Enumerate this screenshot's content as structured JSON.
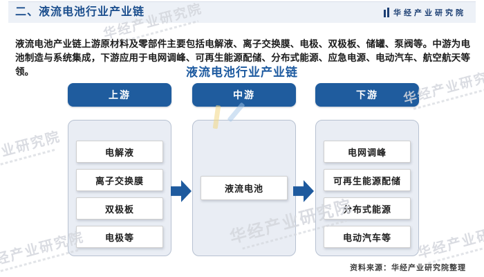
{
  "header": {
    "title": "二、液流电池行业产业链",
    "brand": "华经产业研究院"
  },
  "intro_text": "液流电池产业链上游原材料及零部件主要包括电解液、离子交换膜、电极、双极板、储罐、泵阀等。中游为电池制造与系统集成，下游应用于电网调峰、可再生能源配储、分布式能源、应急电源、电动汽车、航空航天等领。",
  "diagram": {
    "title": "液流电池行业产业链",
    "columns": [
      {
        "label": "上游",
        "items": [
          "电解液",
          "离子交换膜",
          "双极板",
          "电极等"
        ]
      },
      {
        "label": "中游",
        "items": [
          "液流电池"
        ]
      },
      {
        "label": "下游",
        "items": [
          "电网调峰",
          "可再生能源配储",
          "分布式能源",
          "电动汽车等"
        ]
      }
    ]
  },
  "source_note": "资料来源：华经产业研究院整理",
  "watermark_text": "华经产业研究院",
  "colors": {
    "accent_blue": "#1e5a9e",
    "title_blue": "#1b4e8d",
    "header_band_bg": "#edf1f7",
    "container_bg": "#e9edf4",
    "watermark_gray": "#d4d7dd"
  }
}
